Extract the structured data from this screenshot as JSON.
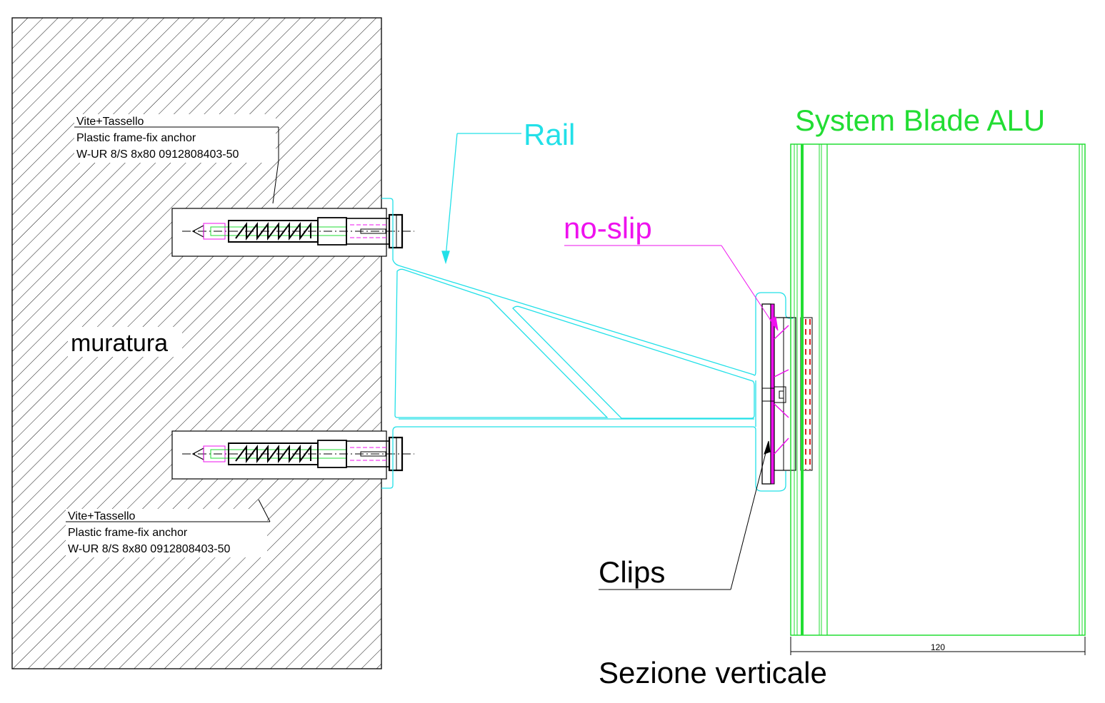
{
  "title": "Sezione verticale",
  "labels": {
    "wall": "muratura",
    "rail": "Rail",
    "no_slip": "no-slip",
    "clips": "Clips",
    "system": "System Blade ALU",
    "section_title": "Sezione verticale",
    "dimension": "120"
  },
  "anchor_top": {
    "line1": "Vite+Tassello",
    "line2": "Plastic frame-fix anchor",
    "line3": "W-UR 8/S 8x80 0912808403-50"
  },
  "anchor_bottom": {
    "line1": "Vite+Tassello",
    "line2": "Plastic frame-fix anchor",
    "line3": "W-UR 8/S 8x80 0912808403-50"
  },
  "colors": {
    "rail": "#22e0e8",
    "no_slip": "#ee11ee",
    "blade": "#22dd33",
    "pad": "#dd2222",
    "ink": "#000000"
  }
}
